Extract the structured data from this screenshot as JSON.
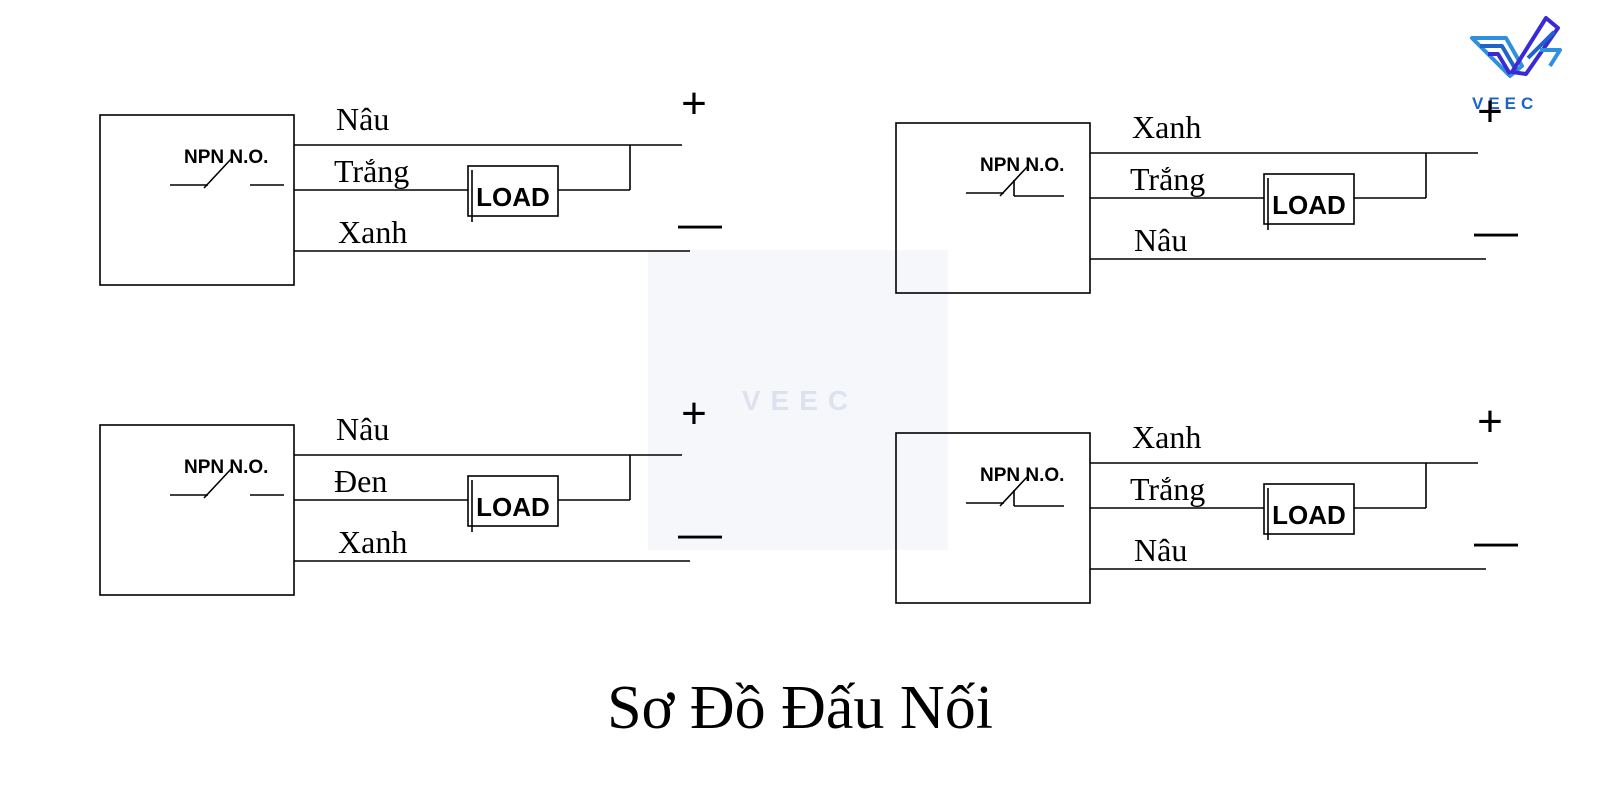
{
  "logo": {
    "text": "VEEC",
    "color": "#1e63c8",
    "accent": "#3a2ad6"
  },
  "watermark": {
    "text": "VEEC",
    "color": "#dde2ee",
    "panel": "#f6f7fb"
  },
  "title": "Sơ Đồ Đấu Nối",
  "diagrams": [
    {
      "switch_label": "NPN N.O.",
      "switch_style": "simple",
      "wire_top": "Nâu",
      "wire_mid": "Trắng",
      "wire_bottom": "Xanh",
      "load_label": "LOAD",
      "plus_sign": "+",
      "minus_sign": "—"
    },
    {
      "switch_label": "NPN N.O.",
      "switch_style": "stepped",
      "wire_top": "Xanh",
      "wire_mid": "Trắng",
      "wire_bottom": "Nâu",
      "load_label": "LOAD",
      "plus_sign": "+",
      "minus_sign": "—"
    },
    {
      "switch_label": "NPN N.O.",
      "switch_style": "simple",
      "wire_top": "Nâu",
      "wire_mid": "Đen",
      "wire_bottom": "Xanh",
      "load_label": "LOAD",
      "plus_sign": "+",
      "minus_sign": "—"
    },
    {
      "switch_label": "NPN N.O.",
      "switch_style": "stepped",
      "wire_top": "Xanh",
      "wire_mid": "Trắng",
      "wire_bottom": "Nâu",
      "load_label": "LOAD",
      "plus_sign": "+",
      "minus_sign": "—"
    }
  ]
}
